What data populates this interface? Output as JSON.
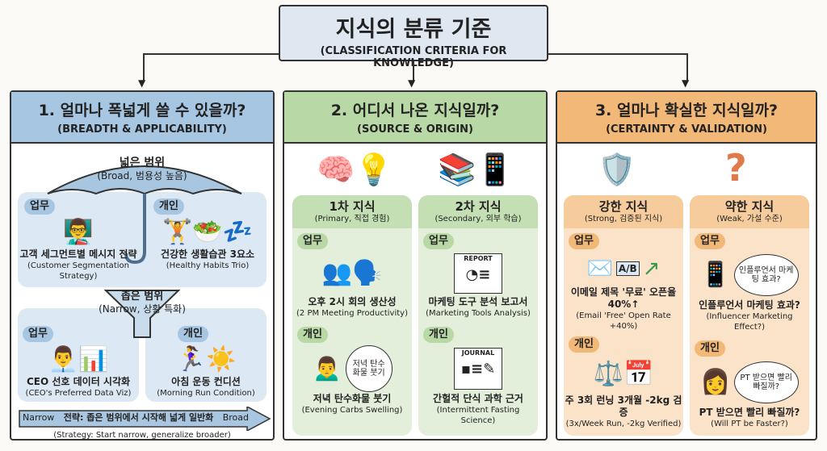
{
  "title": {
    "ko": "지식의 분류 기준",
    "en": "(CLASSIFICATION CRITERIA FOR KNOWLEDGE)"
  },
  "colors": {
    "blue": "#a7c6e2",
    "green": "#b8d8a6",
    "orange": "#f2b878"
  },
  "tags": {
    "work": "업무",
    "personal": "개인"
  },
  "p1": {
    "title": "1. 얼마나 폭넓게 쓸 수 있을까?",
    "sub": "(BREADTH & APPLICABILITY)",
    "broad": {
      "ko": "넓은 범위",
      "en": "(Broad, 범용성 높음)"
    },
    "narrow": {
      "ko": "좁은 범위",
      "en": "(Narrow, 상황 특화)"
    },
    "items": [
      {
        "ko": "고객 세그먼트별 메시지 전략",
        "en": "(Customer Segmentation Strategy)",
        "icon": "presenter-icon"
      },
      {
        "ko": "건강한 생활습관 3요소",
        "en": "(Healthy Habits Trio)",
        "icon": "healthy-habits-icon"
      },
      {
        "ko": "CEO 선호 데이터 시각화",
        "en": "(CEO's Preferred Data Viz)",
        "icon": "ceo-chart-icon"
      },
      {
        "ko": "아침 운동 컨디션",
        "en": "(Morning Run Condition)",
        "icon": "runner-icon"
      }
    ],
    "strategy": {
      "left": "Narrow",
      "ko": "전략: 좁은 범위에서 시작해 넓게 일반화",
      "right": "Broad",
      "en": "(Strategy: Start narrow, generalize broader)"
    }
  },
  "p2": {
    "title": "2. 어디서 나온 지식일까?",
    "sub": "(SOURCE & ORIGIN)",
    "cols": [
      {
        "ko": "1차 지식",
        "en": "(Primary, 직접 경험)"
      },
      {
        "ko": "2차 지식",
        "en": "(Secondary, 외부 학습)"
      }
    ],
    "items": [
      {
        "ko": "오후 2시 회의 생산성",
        "en": "(2 PM Meeting Productivity)",
        "icon": "meeting-icon"
      },
      {
        "ko": "마케팅 도구 분석 보고서",
        "en": "(Marketing Tools Analysis)",
        "icon": "report-icon",
        "label": "REPORT"
      },
      {
        "ko": "저녁 탄수화물 붓기",
        "en": "(Evening Carbs Swelling)",
        "icon": "person-icon",
        "bubble": "저녁 탄수화물 붓기"
      },
      {
        "ko": "간헐적 단식 과학 근거",
        "en": "(Intermittent Fasting Science)",
        "icon": "journal-icon",
        "label": "JOURNAL"
      }
    ]
  },
  "p3": {
    "title": "3. 얼마나 확실한 지식일까?",
    "sub": "(CERTAINTY & VALIDATION)",
    "cols": [
      {
        "ko": "강한 지식",
        "en": "(Strong, 검증된 지식)"
      },
      {
        "ko": "약한 지식",
        "en": "(Weak, 가설 수준)"
      }
    ],
    "items": [
      {
        "ko": "이메일 제목 '무료' 오픈율 40%↑",
        "en": "(Email 'Free' Open Rate +40%)",
        "icon": "email-ab-icon",
        "label": "A/B"
      },
      {
        "ko": "인플루언서 마케팅 효과?",
        "en": "(Influencer Marketing Effect?)",
        "icon": "tablet-icon",
        "bubble": "인플루언서 마케팅 효과?"
      },
      {
        "ko": "주 3회 런닝 3개월 -2kg 검증",
        "en": "(3x/Week Run, -2kg Verified)",
        "icon": "scale-calendar-icon"
      },
      {
        "ko": "PT 받으면 빨리 빠질까?",
        "en": "(Will PT be Faster?)",
        "icon": "thinking-woman-icon",
        "bubble": "PT 받으면 빨리 빠질까?"
      }
    ]
  }
}
